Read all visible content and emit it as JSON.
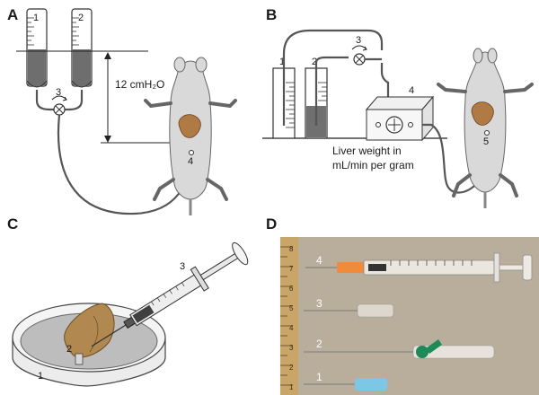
{
  "panels": {
    "a": {
      "letter": "A",
      "cylinder_1": "1",
      "cylinder_2": "2",
      "valve_label": "3",
      "needle_label": "4",
      "height_label": "12 cmH₂O"
    },
    "b": {
      "letter": "B",
      "cylinder_1": "1",
      "cylinder_2": "2",
      "valve_label": "3",
      "pump_label": "4",
      "needle_label": "5",
      "caption_line1": "Liver weight in",
      "caption_line2": "mL/min per gram"
    },
    "c": {
      "letter": "C",
      "dish_label": "1",
      "tissue_label": "2",
      "syringe_label": "3"
    },
    "d": {
      "letter": "D",
      "item_1": "1",
      "item_2": "2",
      "item_3": "3",
      "item_4": "4",
      "ruler_marks": [
        "8",
        "7",
        "6",
        "5",
        "4",
        "3",
        "2",
        "1"
      ]
    }
  },
  "colors": {
    "liver": "#b07a44",
    "fluid": "#707070",
    "photo_bg": "#b8ab98",
    "ruler": "#c8a46a",
    "needle_orange": "#f08a3c",
    "needle_green": "#1e8a5a",
    "needle_blue": "#7cc6e6"
  }
}
